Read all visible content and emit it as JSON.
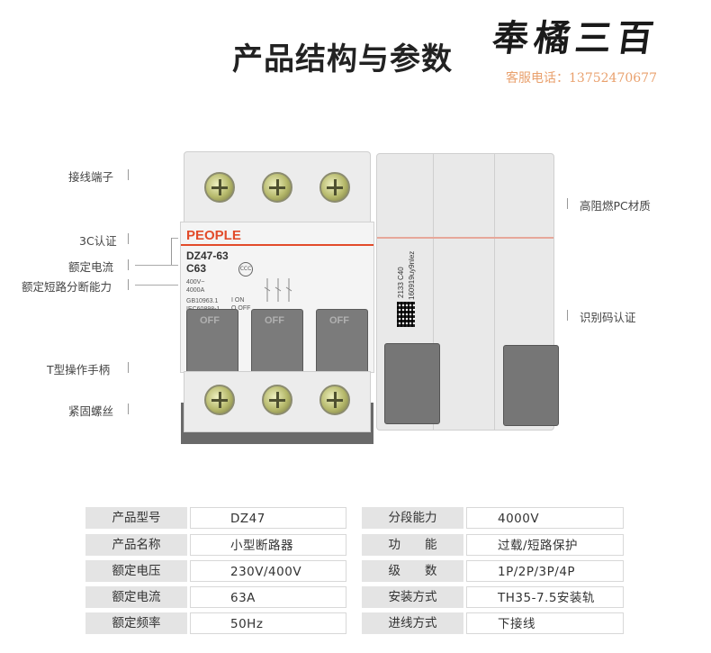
{
  "header": {
    "title": "产品结构与参数",
    "brand": "奉橘三百",
    "service": "客服电话：13752470677"
  },
  "callouts_left": [
    {
      "label": "接线端子"
    },
    {
      "label": "3C认证"
    },
    {
      "label": "额定电流"
    },
    {
      "label": "额定短路分断能力"
    },
    {
      "label": "T型操作手柄"
    },
    {
      "label": "紧固螺丝"
    }
  ],
  "callouts_right": [
    {
      "label": "高阻燃PC材质"
    },
    {
      "label": "识别码认证"
    }
  ],
  "breaker": {
    "logo": "PEOPLE",
    "model": "DZ47-63",
    "rating": "C63",
    "voltage": "400V~",
    "breaking": "4000A",
    "std1": "GB10963.1",
    "std2": "IEC60898-1",
    "on_label": "I ON",
    "off_label": "O OFF",
    "cert_mark": "CCC",
    "handle_label": "OFF",
    "side_code1": "2133 C40",
    "side_code2": "160919uy9nlez"
  },
  "specs": [
    {
      "label": "产品型号",
      "value": "DZ47"
    },
    {
      "label": "产品名称",
      "value": "小型断路器"
    },
    {
      "label": "额定电压",
      "value": "230V/400V"
    },
    {
      "label": "额定电流",
      "value": "63A"
    },
    {
      "label": "额定频率",
      "value": "50Hz"
    },
    {
      "label": "分段能力",
      "value": "4000V"
    },
    {
      "label": "功　　能",
      "value": "过载/短路保护"
    },
    {
      "label": "级　　数",
      "value": "1P/2P/3P/4P"
    },
    {
      "label": "安装方式",
      "value": "TH35-7.5安装轨"
    },
    {
      "label": "进线方式",
      "value": "下接线"
    }
  ],
  "colors": {
    "brand_red": "#e24b2a",
    "service_orange": "#e9a16e",
    "label_bg": "#e4e4e4"
  }
}
